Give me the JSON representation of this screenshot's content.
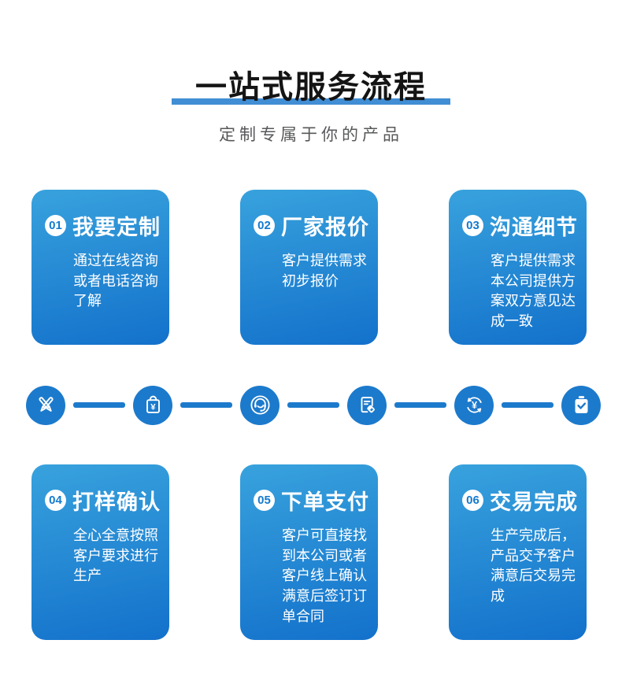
{
  "header": {
    "title": "一站式服务流程",
    "subtitle": "定制专属于你的产品"
  },
  "steps": [
    {
      "num": "01",
      "title": "我要定制",
      "desc": "通过在线咨询或者电话咨询了解"
    },
    {
      "num": "02",
      "title": "厂家报价",
      "desc": "客户提供需求初步报价"
    },
    {
      "num": "03",
      "title": "沟通细节",
      "desc": "客户提供需求本公司提供方案双方意见达成一致"
    },
    {
      "num": "04",
      "title": "打样确认",
      "desc": "全心全意按照客户要求进行生产"
    },
    {
      "num": "05",
      "title": "下单支付",
      "desc": "客户可直接找到本公司或者客户线上确认满意后签订订单合同"
    },
    {
      "num": "06",
      "title": "交易完成",
      "desc": "生产完成后，产品交予客户满意后交易完成"
    }
  ],
  "timeline": {
    "icons": [
      "pen-tools-icon",
      "price-list-icon",
      "customer-service-icon",
      "order-tag-icon",
      "payment-refresh-icon",
      "complete-check-icon"
    ],
    "currency_symbol": "¥"
  },
  "colors": {
    "accent_blue": "#1c7acc",
    "underline_blue": "#418ed5",
    "card_gradient_top": "#38a2dd",
    "card_gradient_bottom": "#1371cb",
    "number_text_blue": "#147ace",
    "subtitle_gray": "#57585a",
    "title_black": "#141414"
  }
}
